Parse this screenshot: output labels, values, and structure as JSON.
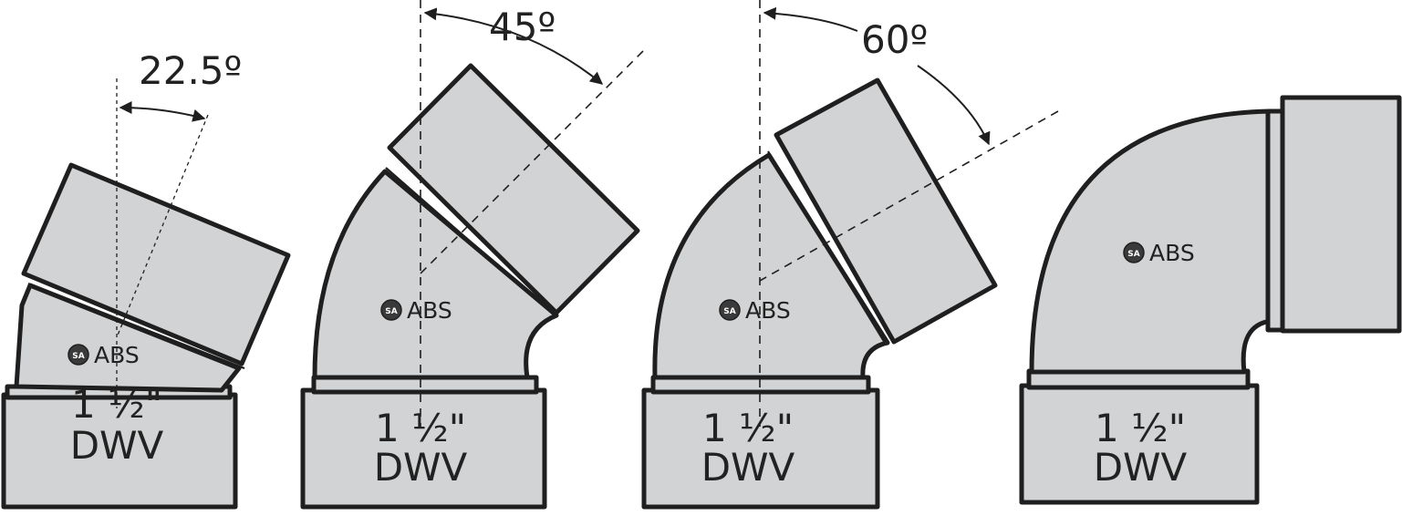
{
  "fittings": [
    {
      "id": "fitting-22-5",
      "angle_label": "22.5º",
      "mark": "ABS",
      "csa": "SA",
      "size": "1 ½\"",
      "type": "DWV"
    },
    {
      "id": "fitting-45",
      "angle_label": "45º",
      "mark": "ABS",
      "csa": "SA",
      "size": "1 ½\"",
      "type": "DWV"
    },
    {
      "id": "fitting-60",
      "angle_label": "60º",
      "mark": "ABS",
      "csa": "SA",
      "size": "1 ½\"",
      "type": "DWV"
    },
    {
      "id": "fitting-90",
      "angle_label": "",
      "mark": "ABS",
      "csa": "SA",
      "size": "1 ½\"",
      "type": "DWV"
    }
  ],
  "colors": {
    "fill": "#d2d3d4",
    "stroke": "#1f1f1f",
    "background": "#ffffff"
  }
}
